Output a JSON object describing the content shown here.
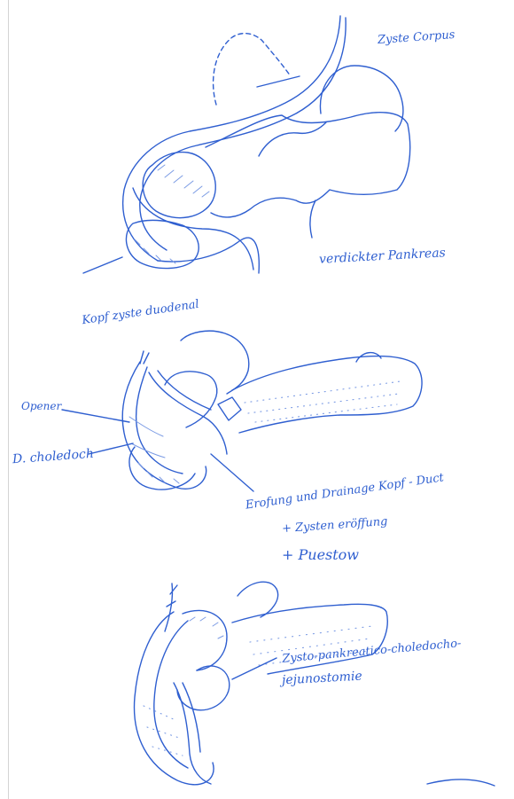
{
  "colors": {
    "ink": "#2f5fd0",
    "ink_light": "#7b9be4",
    "paper": "#ffffff"
  },
  "labels": {
    "top_right": "Zyste Corpus",
    "thickened": "verdickter Pankreas",
    "head_cyst": "Kopf zyste duodenal",
    "opener": "Opener",
    "d_choledoch": "D. choledoch",
    "erosion_line1": "Erofung und Drainage Kopf - Duct",
    "erosion_line2": "+ Zysten eröffung",
    "erosion_line3": "+ Puestow",
    "bottom_line1": "Zysto-pankreatico-choledocho-",
    "bottom_line2": "jejunostomie"
  }
}
